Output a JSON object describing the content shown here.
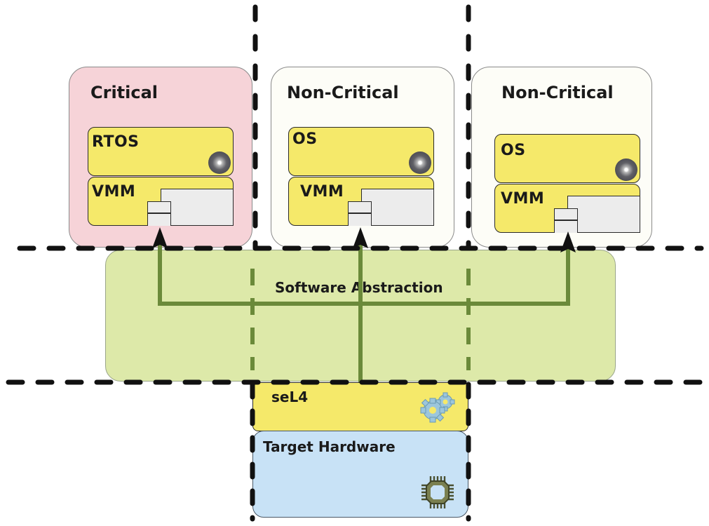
{
  "diagram": {
    "partitions": [
      {
        "title": "Critical",
        "kind": "critical",
        "guest_os": "RTOS",
        "monitor": "VMM",
        "guest_icon": "disk-icon"
      },
      {
        "title": "Non-Critical",
        "kind": "non-critical",
        "guest_os": "OS",
        "monitor": "VMM",
        "guest_icon": "disk-icon"
      },
      {
        "title": "Non-Critical",
        "kind": "non-critical",
        "guest_os": "OS",
        "monitor": "VMM",
        "guest_icon": "disk-icon"
      }
    ],
    "software_abstraction": {
      "label": "Software Abstraction"
    },
    "kernel": {
      "label": "seL4",
      "icon": "gears-icon"
    },
    "hardware": {
      "label": "Target Hardware",
      "icon": "chip-icon"
    },
    "colors": {
      "critical_bg": "#f6d3d8",
      "non_critical_bg": "#fdfdf7",
      "guest_yellow": "#f5e96a",
      "abstraction_green": "#dde9a9",
      "connector_green": "#6b8a3a",
      "hardware_blue": "#c8e2f6",
      "dash_black": "#111111"
    }
  }
}
